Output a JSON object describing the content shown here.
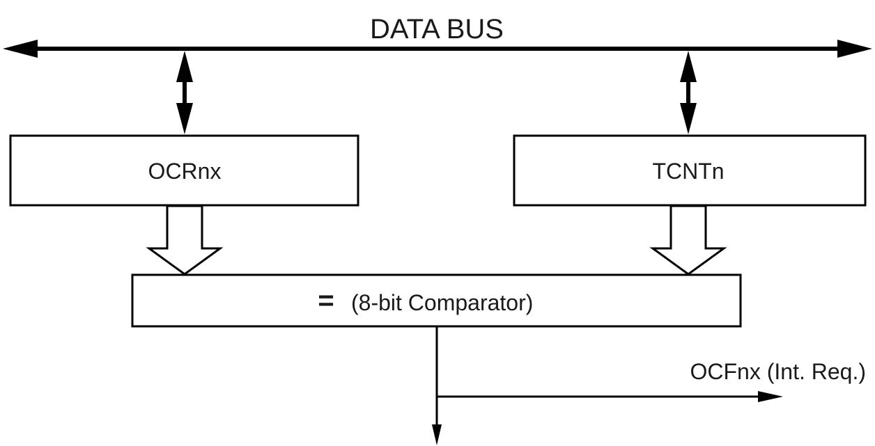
{
  "bus": {
    "label": "DATA BUS"
  },
  "registers": {
    "ocr": {
      "label": "OCRnx"
    },
    "tcnt": {
      "label": "TCNTn"
    }
  },
  "comparator": {
    "symbol": "=",
    "label": "(8-bit Comparator)"
  },
  "output": {
    "label": "OCFnx (Int. Req.)"
  },
  "colors": {
    "stroke": "#000000",
    "fill": "#ffffff",
    "text": "#1a1a1a"
  }
}
